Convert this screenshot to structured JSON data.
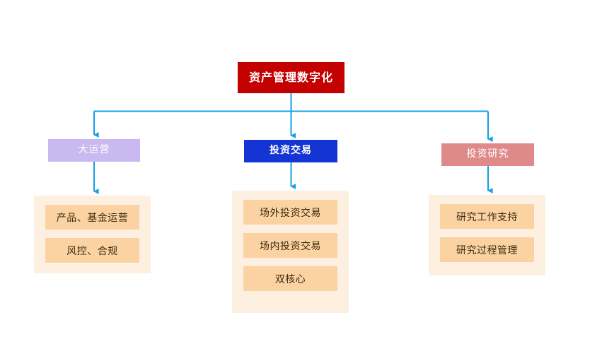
{
  "diagram": {
    "type": "org-hierarchy-tree",
    "background_color": "#FFFFFF",
    "connector_color": "#12A0E8",
    "root": {
      "label": "资产管理数字化",
      "fill": "#C40000",
      "text_color": "#FFFFFF"
    },
    "branches": [
      {
        "id": "operations",
        "label": "大运营",
        "fill": "#C9B9F0",
        "text_color": "#FFFFFF",
        "group_fill": "#FDF0E1",
        "item_fill": "#FBD3A2",
        "items": [
          {
            "label": "产品、基金运营"
          },
          {
            "label": "风控、合规"
          }
        ]
      },
      {
        "id": "investment-trading",
        "label": "投资交易",
        "fill": "#1434D4",
        "text_color": "#FFFFFF",
        "group_fill": "#FDF0E1",
        "item_fill": "#FBD3A2",
        "items": [
          {
            "label": "场外投资交易"
          },
          {
            "label": "场内投资交易"
          },
          {
            "label": "双核心"
          }
        ]
      },
      {
        "id": "investment-research",
        "label": "投资研究",
        "fill": "#DE8A88",
        "text_color": "#FFFFFF",
        "group_fill": "#FDF0E1",
        "item_fill": "#FBD3A2",
        "items": [
          {
            "label": "研究工作支持"
          },
          {
            "label": "研究过程管理"
          }
        ]
      }
    ]
  }
}
